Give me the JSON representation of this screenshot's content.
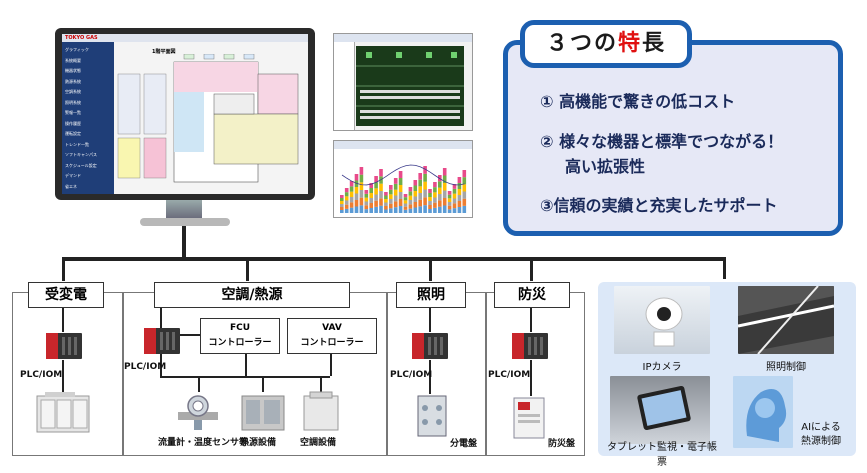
{
  "features": {
    "title_prefix": "３つの",
    "title_highlight": "特",
    "title_suffix": "長",
    "highlight_color": "#e01010",
    "items": [
      "① 高機能で驚きの低コスト",
      "② 様々な機器と標準でつながる！",
      "高い拡張性",
      "③信頼の実績と充実したサポート"
    ]
  },
  "monitor": {
    "brand": "TOKYO GAS",
    "floor_title": "1階平面図",
    "menu": [
      "グラフィック",
      "系統概要",
      "機器状態",
      "熱源系統",
      "空調系統",
      "照明系統",
      "警報一覧",
      "操作履歴",
      "運転設定",
      "トレンド一覧",
      "ソフトキャンパス",
      "スケジュール設定",
      "デマンド",
      "省エネ"
    ]
  },
  "categories": {
    "power": "受変電",
    "hvac": "空調/熱源",
    "lighting": "照明",
    "disaster": "防災"
  },
  "controllers": {
    "fcu_name": "FCU",
    "fcu_sub": "コントローラー",
    "vav_name": "VAV",
    "vav_sub": "コントローラー"
  },
  "labels": {
    "plc": "PLC/IOM",
    "flow_sensor": "流量計・温度センサ等",
    "heat_equipment": "熱源設備",
    "ac_equipment": "空調設備",
    "distribution": "分電盤",
    "fire_panel": "防災盤"
  },
  "options": {
    "ip_camera": "IPカメラ",
    "lighting_control": "照明制御",
    "tablet": "タブレット監視・電子帳票",
    "ai_line1": "AIによる",
    "ai_line2": "熱源制御"
  }
}
